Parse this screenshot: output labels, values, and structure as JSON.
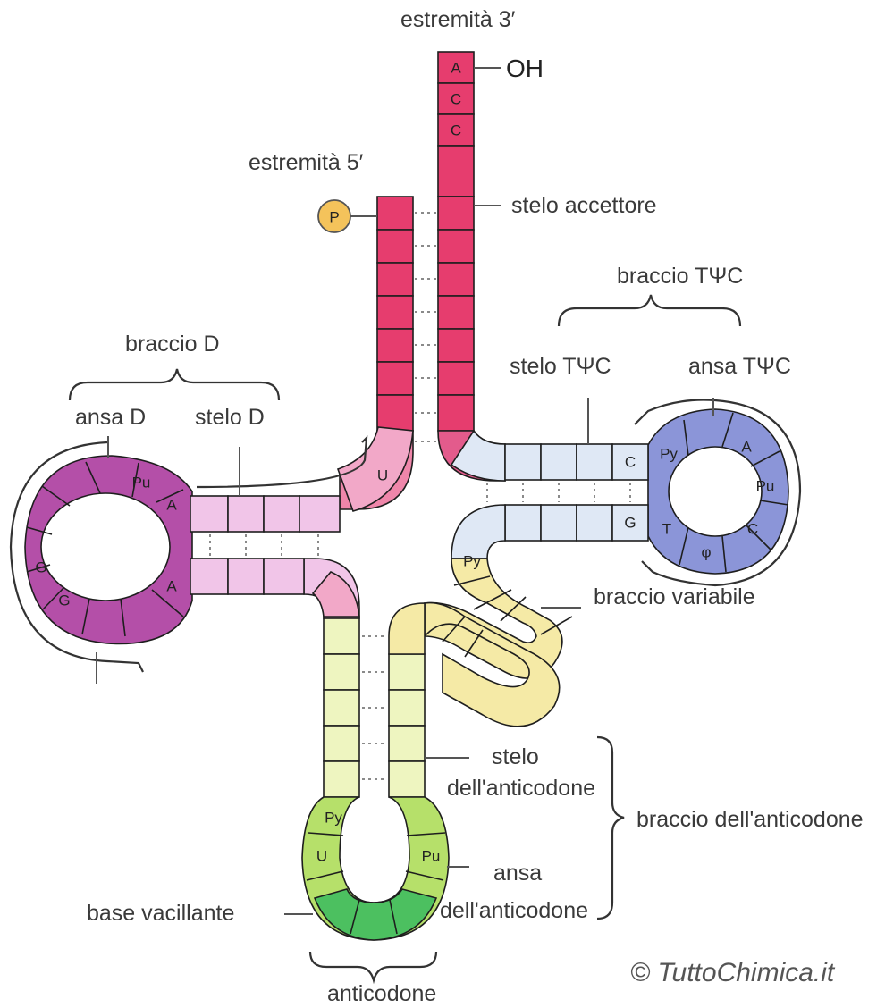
{
  "labels": {
    "end3": "estremità 3′",
    "end5": "estremità 5′",
    "oh": "OH",
    "phosphate": "P",
    "acceptor_stem": "stelo accettore",
    "tpsic_arm": "braccio TΨC",
    "tpsic_stem": "stelo TΨC",
    "tpsic_loop": "ansa TΨC",
    "d_arm": "braccio D",
    "d_loop": "ansa D",
    "d_stem": "stelo D",
    "variable_arm": "braccio variabile",
    "anticodon_stem_1": "stelo",
    "anticodon_stem_2": "dell'anticodone",
    "anticodon_arm": "braccio dell'anticodone",
    "anticodon_loop_1": "ansa",
    "anticodon_loop_2": "dell'anticodone",
    "wobble_base": "base vacillante",
    "anticodon": "anticodone",
    "copyright": "© TuttoChimica.it"
  },
  "bases": {
    "acceptor_3": [
      "A",
      "C",
      "C"
    ],
    "acceptor_5_u": "U",
    "t_stem_top": "C",
    "t_stem_bottom": "G",
    "t_loop": [
      "Py",
      "A",
      "Pu",
      "C",
      "φ",
      "T"
    ],
    "d_top_a": "A",
    "d_top_pu": "Pu",
    "d_loop_g1": "G",
    "d_loop_g2": "G",
    "d_bottom_a": "A",
    "variable_py": "Py",
    "anticodon_py": "Py",
    "anticodon_u": "U",
    "anticodon_pu": "Pu"
  },
  "colors": {
    "acceptor": "#e63d6e",
    "d_arm": "#b44fa8",
    "d_stem": "#f1c5e8",
    "t_stem": "#dfe8f5",
    "t_loop": "#8b95d8",
    "variable": "#f5eaa6",
    "anticodon_stem": "#eef5c0",
    "anticodon_loop_side": "#b6e06a",
    "anticodon_loop_bottom": "#4cc060",
    "junction": "#f2a8c8",
    "phosphate": "#f4c35b"
  }
}
